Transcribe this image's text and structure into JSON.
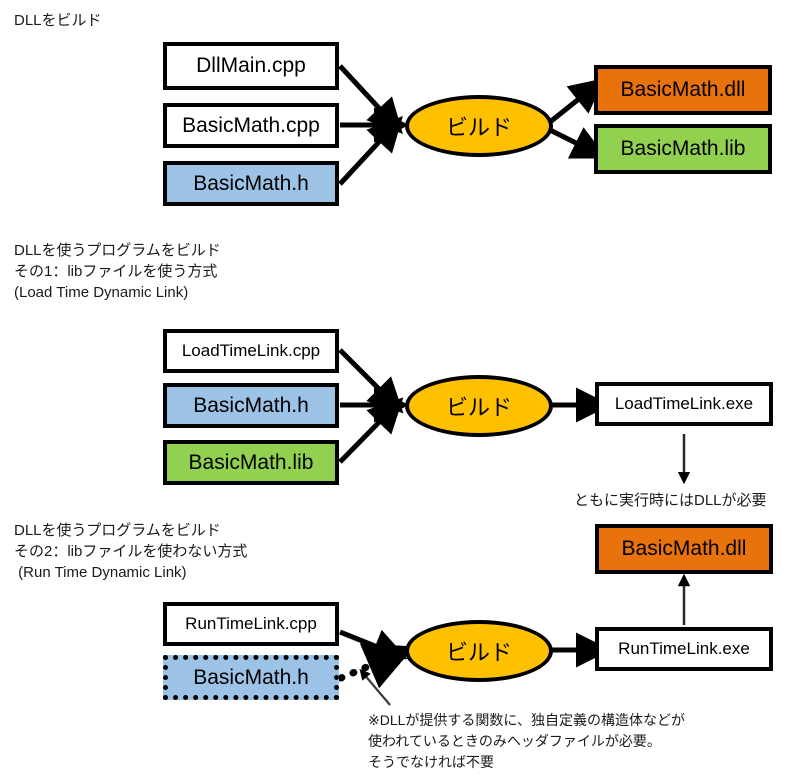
{
  "diagram": {
    "title_sections": {
      "section1": "DLLをビルド",
      "section2_line1": "DLLを使うプログラムをビルド",
      "section2_line2": "その1：libファイルを使う方式",
      "section2_line3": "(Load Time Dynamic Link)",
      "section3_line1": "DLLを使うプログラムをビルド",
      "section3_line2": "その2：libファイルを使わない方式",
      "section3_line3": " (Run Time Dynamic Link)"
    },
    "section1": {
      "inputs": [
        {
          "label": "DllMain.cpp",
          "color": "white"
        },
        {
          "label": "BasicMath.cpp",
          "color": "white"
        },
        {
          "label": "BasicMath.h",
          "color": "blue"
        }
      ],
      "process": "ビルド",
      "outputs": [
        {
          "label": "BasicMath.dll",
          "color": "orange"
        },
        {
          "label": "BasicMath.lib",
          "color": "green"
        }
      ]
    },
    "section2": {
      "inputs": [
        {
          "label": "LoadTimeLink.cpp",
          "color": "white"
        },
        {
          "label": "BasicMath.h",
          "color": "blue"
        },
        {
          "label": "BasicMath.lib",
          "color": "green"
        }
      ],
      "process": "ビルド",
      "output": {
        "label": "LoadTimeLink.exe",
        "color": "white"
      }
    },
    "shared": {
      "runtime_note": "ともに実行時にはDLLが必要",
      "runtime_dll": {
        "label": "BasicMath.dll",
        "color": "orange"
      }
    },
    "section3": {
      "inputs": [
        {
          "label": "RunTimeLink.cpp",
          "color": "white"
        },
        {
          "label": "BasicMath.h",
          "color": "blue-dotted"
        }
      ],
      "process": "ビルド",
      "output": {
        "label": "RunTimeLink.exe",
        "color": "white"
      }
    },
    "footnote": {
      "line1": "※DLLが提供する関数に、独自定義の構造体などが",
      "line2": "使われているときのみヘッダファイルが必要。",
      "line3": "そうでなければ不要"
    },
    "colors": {
      "blue": "#9CC3E5",
      "green": "#92D050",
      "orange": "#E8720C",
      "yellow": "#FFC000",
      "outline": "#000000",
      "background": "#FFFFFF",
      "text": "#000000"
    }
  }
}
